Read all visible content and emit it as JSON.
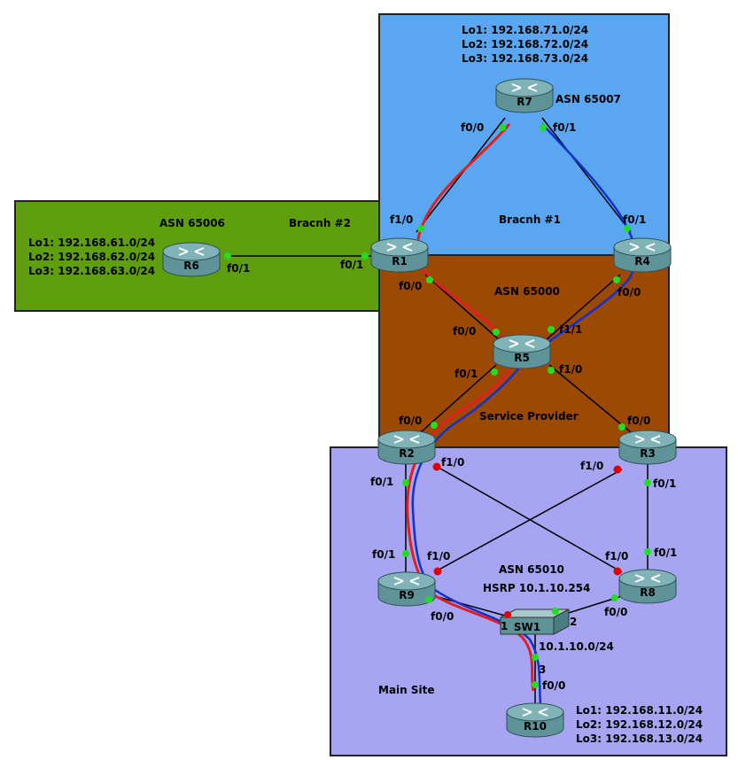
{
  "colors": {
    "branch1": "#5aa6f0",
    "branch2": "#5f9e0e",
    "provider": "#9c4a03",
    "main_site": "#a7a4f2",
    "wire": "#000000",
    "path_red": "#e02020",
    "path_blue": "#1030d0",
    "port_green": "#22dd22",
    "port_red": "#e00000",
    "router_top": "#7fb3b8",
    "router_body": "#5e9499"
  },
  "zones": {
    "branch1": {
      "name": "Bracnh #1"
    },
    "branch2": {
      "asn": "ASN 65006",
      "name": "Bracnh #2"
    },
    "provider": {
      "asn": "ASN 65000",
      "name": "Service Provider"
    },
    "main_site": {
      "asn": "ASN 65010",
      "hsrp": "HSRP 10.1.10.254",
      "name": "Main Site",
      "subnet": "10.1.10.0/24"
    }
  },
  "routers": {
    "r1": {
      "label": "R1"
    },
    "r2": {
      "label": "R2"
    },
    "r3": {
      "label": "R3"
    },
    "r4": {
      "label": "R4"
    },
    "r5": {
      "label": "R5"
    },
    "r6": {
      "label": "R6"
    },
    "r7": {
      "label": "R7",
      "asn": "ASN 65007"
    },
    "r8": {
      "label": "R8"
    },
    "r9": {
      "label": "R9"
    },
    "r10": {
      "label": "R10"
    },
    "sw1": {
      "label": "SW1"
    }
  },
  "loopbacks": {
    "r7": [
      "Lo1: 192.168.71.0/24",
      "Lo2: 192.168.72.0/24",
      "Lo3: 192.168.73.0/24"
    ],
    "r6": [
      "Lo1: 192.168.61.0/24",
      "Lo2: 192.168.62.0/24",
      "Lo3: 192.168.63.0/24"
    ],
    "r10": [
      "Lo1: 192.168.11.0/24",
      "Lo2: 192.168.12.0/24",
      "Lo3: 192.168.13.0/24"
    ]
  },
  "ports": {
    "r7_f00": "f0/0",
    "r7_f01": "f0/1",
    "r1_f10": "f1/0",
    "r1_f01": "f0/1",
    "r1_f00": "f0/0",
    "r6_f01": "f0/1",
    "r4_f01": "f0/1",
    "r4_f00": "f0/0",
    "r5_f00": "f0/0",
    "r5_f11": "f1/1",
    "r5_f01": "f0/1",
    "r5_f10": "f1/0",
    "r2_f00": "f0/0",
    "r2_f10": "f1/0",
    "r2_f01": "f0/1",
    "r3_f00": "f0/0",
    "r3_f10": "f1/0",
    "r3_f01": "f0/1",
    "r9_f01": "f0/1",
    "r9_f10": "f1/0",
    "r9_f00": "f0/0",
    "r8_f10": "f1/0",
    "r8_f01": "f0/1",
    "r8_f00": "f0/0",
    "sw_1": "1",
    "sw_2": "2",
    "sw_3": "3",
    "r10_f00": "f0/0"
  }
}
